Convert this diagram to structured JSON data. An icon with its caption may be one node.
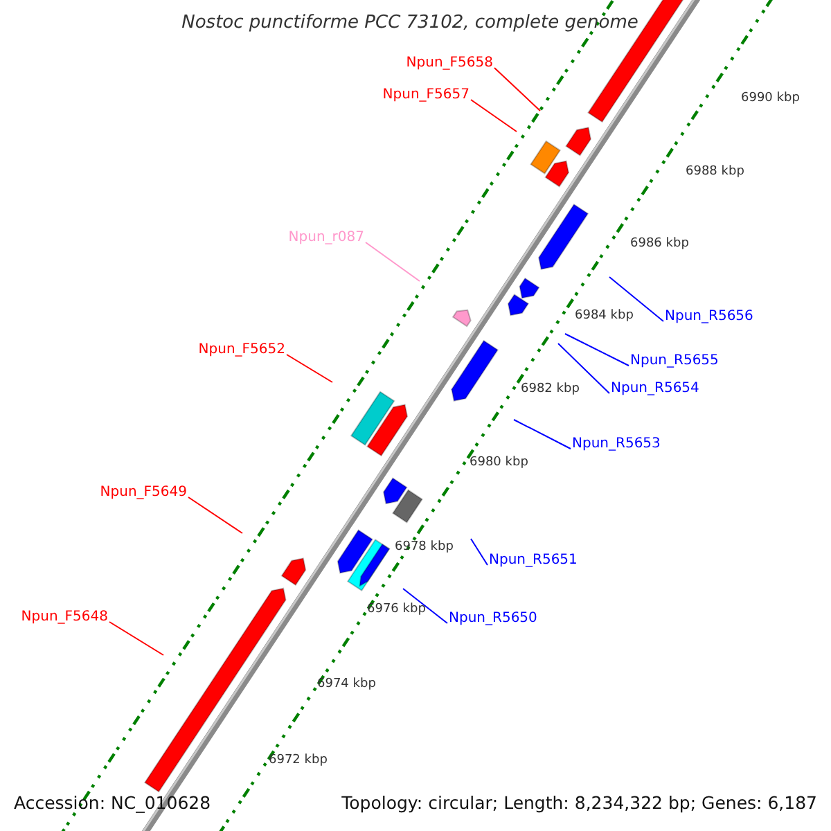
{
  "diagram": {
    "title": "Nostoc punctiforme PCC 73102, complete genome",
    "nodes": [
      {
        "text": [
          "Npun_F5658"
        ]
      },
      {
        "text": [
          "Npun_F5657"
        ]
      },
      {
        "text": [
          "Npun_r087"
        ]
      },
      {
        "text": [
          "Npun_R5656"
        ]
      },
      {
        "text": [
          "Npun_F5652"
        ]
      },
      {
        "text": [
          "Npun_R5655"
        ]
      },
      {
        "text": [
          "Npun_R5654"
        ]
      },
      {
        "text": [
          "Npun_R5653"
        ]
      },
      {
        "text": [
          "Npun_F5649"
        ]
      },
      {
        "text": [
          "Npun_R5651"
        ]
      },
      {
        "text": [
          "Npun_F5648"
        ]
      },
      {
        "text": [
          "Npun_R5650"
        ]
      }
    ],
    "edges": [
      {
        "from": 0,
        "to": null,
        "arrow": "none",
        "color": "#ff0000"
      },
      {
        "from": 1,
        "to": null,
        "arrow": "none",
        "color": "#ff0000"
      },
      {
        "from": 2,
        "to": null,
        "arrow": "none",
        "color": "#ff99cc"
      },
      {
        "from": 3,
        "to": null,
        "arrow": "none"
      },
      {
        "from": 4,
        "to": null,
        "arrow": "none",
        "color": "#ff0000"
      },
      {
        "from": 5,
        "to": null,
        "arrow": "none"
      },
      {
        "from": 6,
        "to": null,
        "arrow": "none"
      },
      {
        "from": 7,
        "to": null,
        "arrow": "none"
      },
      {
        "from": 8,
        "to": null,
        "arrow": "none",
        "color": "#ff0000"
      },
      {
        "from": 9,
        "to": null,
        "arrow": "none"
      },
      {
        "from": 10,
        "to": null,
        "arrow": "none",
        "color": "#ff0000"
      },
      {
        "from": 11,
        "to": null,
        "arrow": "none"
      }
    ],
    "labels": [
      "6990 kbp",
      "6988 kbp",
      "6986 kbp",
      "6984 kbp",
      "6982 kbp",
      "6980 kbp",
      "6978 kbp",
      "6976 kbp",
      "6974 kbp",
      "6972 kbp",
      "Accession: NC_010628",
      "Topology: circular; Length: 8,234,322 bp; Genes: 6,187"
    ]
  }
}
